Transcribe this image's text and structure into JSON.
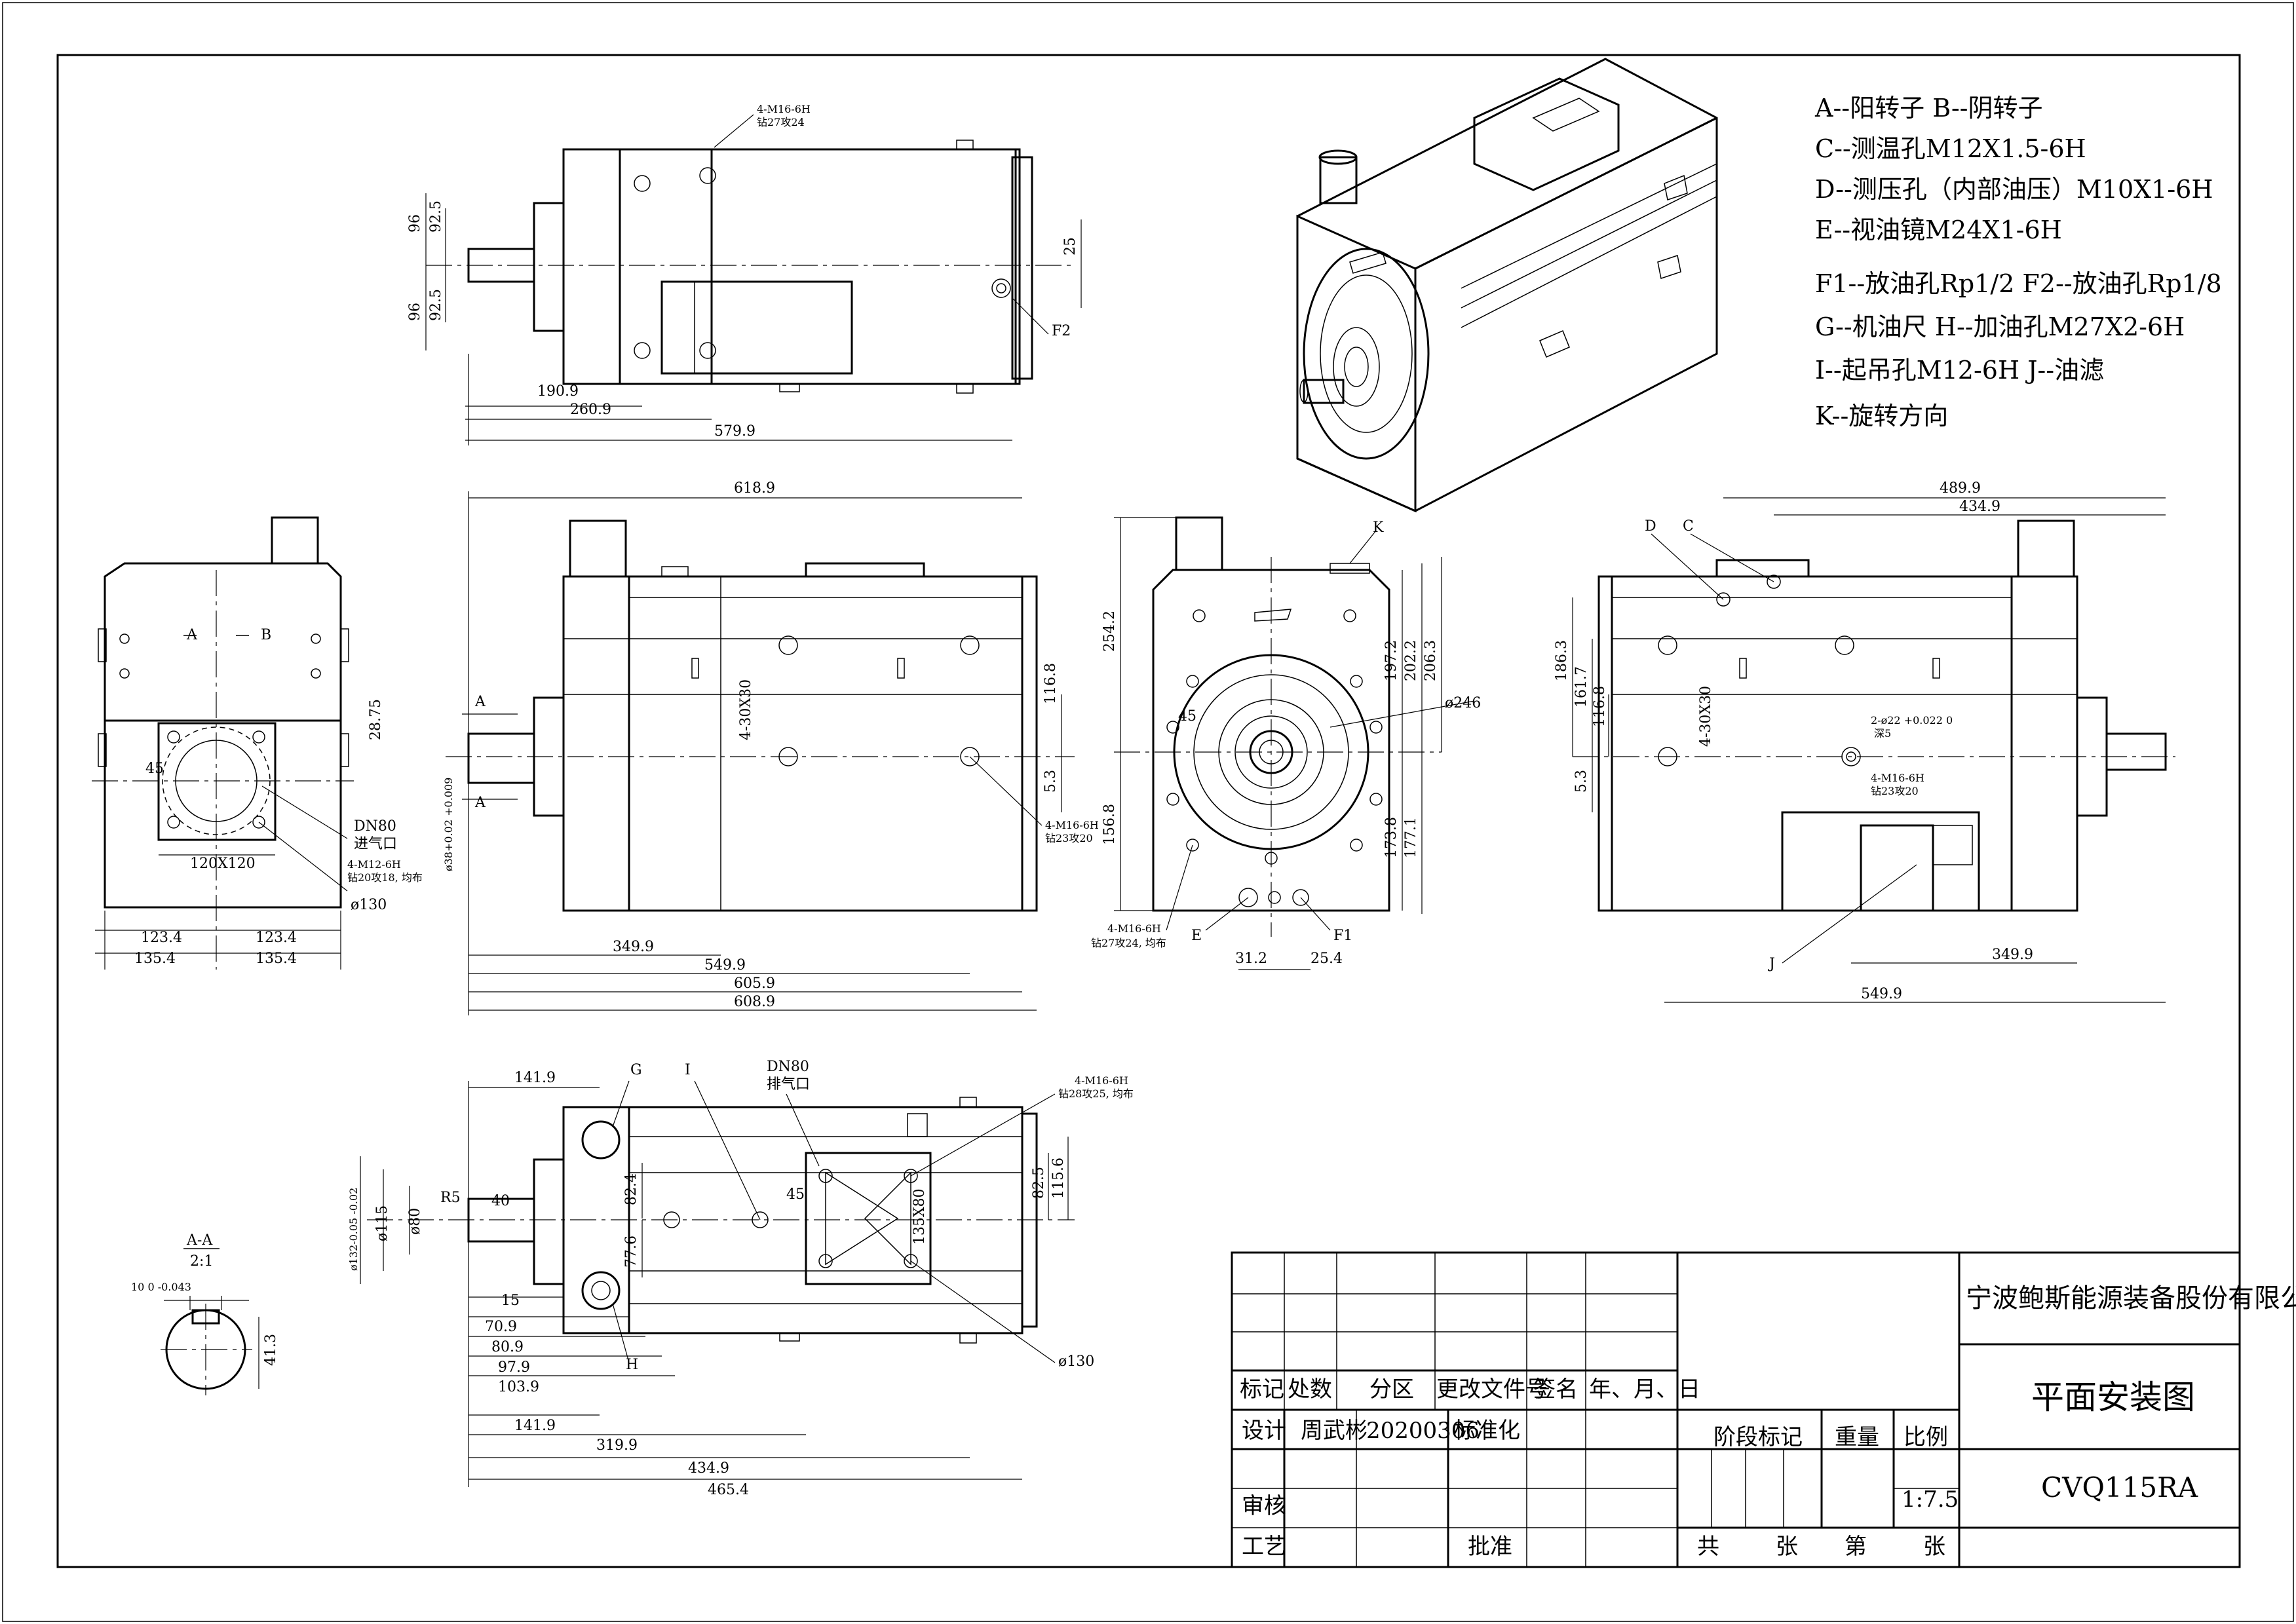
{
  "legend": [
    "A--阳转子    B--阴转子",
    "C--测温孔M12X1.5-6H",
    "D--测压孔（内部油压）M10X1-6H",
    "E--视油镜M24X1-6H",
    "F1--放油孔Rp1/2  F2--放油孔Rp1/8",
    "G--机油尺        H--加油孔M27X2-6H",
    "I--起吊孔M12-6H  J--油滤",
    "K--旋转方向"
  ],
  "title_block": {
    "company": "宁波鲍斯能源装备股份有限公司",
    "drawing_name": "平面安装图",
    "model": "CVQ115RA",
    "scale": "1:7.5",
    "header": [
      "标记",
      "处数",
      "分区",
      "更改文件号",
      "签名",
      "年、月、日"
    ],
    "design_label": "设计",
    "designer": "周武彬",
    "date": "20200306",
    "standardization": "标准化",
    "review": "审核",
    "process": "工艺",
    "approve": "批准",
    "stage_mark": "阶段标记",
    "weight": "重量",
    "ratio": "比例",
    "total": "共",
    "sheets": "张",
    "number": "第",
    "sheet_unit": "张"
  },
  "view_top": {
    "dims": [
      "96",
      "92.5",
      "92.5",
      "96",
      "190.9",
      "260.9",
      "579.9",
      "25"
    ],
    "notes": [
      "4-M16-6H",
      "钻27攻24",
      "F2"
    ]
  },
  "view_left": {
    "dims": [
      "28.75",
      "45",
      "123.4",
      "123.4",
      "135.4",
      "135.4",
      "120X120"
    ],
    "notes": [
      "A",
      "B",
      "DN80",
      "进气口",
      "4-M12-6H",
      "钻20攻18, 均布",
      "ø130"
    ]
  },
  "view_front": {
    "dims": [
      "618.9",
      "116.8",
      "5.3",
      "349.9",
      "549.9",
      "605.9",
      "608.9"
    ],
    "notes": [
      "A",
      "A",
      "4-30X30",
      "ø38+0.02 +0.009",
      "4-M16-6H",
      "钻23攻20"
    ]
  },
  "view_end": {
    "dims": [
      "254.2",
      "197.2",
      "202.2",
      "206.3",
      "156.8",
      "173.8",
      "177.1",
      "31.2",
      "25.4",
      "45"
    ],
    "notes": [
      "K",
      "ø246",
      "4-M16-6H",
      "钻27攻24, 均布",
      "E",
      "F1"
    ]
  },
  "view_right": {
    "dims": [
      "489.9",
      "434.9",
      "186.3",
      "161.7",
      "116.8",
      "5.3",
      "349.9",
      "549.9"
    ],
    "notes": [
      "D",
      "C",
      "4-30X30",
      "2-ø22 +0.022 0",
      "深5",
      "4-M16-6H",
      "钻23攻20",
      "J"
    ]
  },
  "view_bottom": {
    "dims": [
      "141.9",
      "40",
      "15",
      "70.9",
      "80.9",
      "97.9",
      "103.9",
      "141.9",
      "319.9",
      "434.9",
      "465.4",
      "82.4",
      "77.6",
      "82.5",
      "115.6",
      "135X80",
      "45"
    ],
    "notes": [
      "G",
      "I",
      "DN80",
      "排气口",
      "4-M16-6H",
      "钻28攻25, 均布",
      "R5",
      "ø132-0.05 -0.02",
      "ø115",
      "ø80",
      "H",
      "ø130"
    ]
  },
  "section_aa": {
    "title": "A-A",
    "scale": "2:1",
    "tol": "10  0 -0.043",
    "dim": "41.3"
  }
}
